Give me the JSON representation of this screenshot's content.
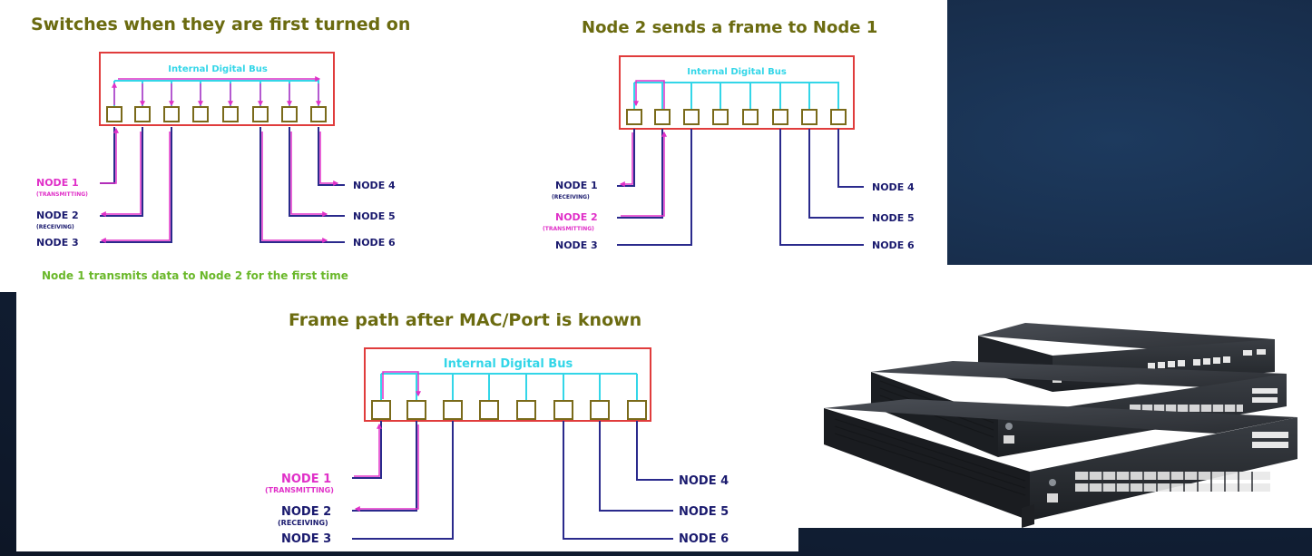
{
  "diagram1": {
    "title": "Switches when they are first turned on",
    "bus_label": "Internal Digital Bus",
    "caption": "Node 1 transmits data to Node 2 for the first time",
    "nodes": [
      {
        "name": "NODE 1",
        "status": "(TRANSMITTING)"
      },
      {
        "name": "NODE 2",
        "status": "(RECEIVING)"
      },
      {
        "name": "NODE 3",
        "status": ""
      },
      {
        "name": "NODE 4",
        "status": ""
      },
      {
        "name": "NODE 5",
        "status": ""
      },
      {
        "name": "NODE 6",
        "status": ""
      }
    ]
  },
  "diagram2": {
    "title": "Node 2 sends a frame to Node 1",
    "bus_label": "Internal Digital Bus",
    "nodes": [
      {
        "name": "NODE 1",
        "status": "(RECEIVING)"
      },
      {
        "name": "NODE 2",
        "status": "(TRANSMITTING)"
      },
      {
        "name": "NODE 3",
        "status": ""
      },
      {
        "name": "NODE 4",
        "status": ""
      },
      {
        "name": "NODE 5",
        "status": ""
      },
      {
        "name": "NODE 6",
        "status": ""
      }
    ]
  },
  "diagram3": {
    "title": "Frame path after MAC/Port is known",
    "bus_label": "Internal Digital Bus",
    "nodes": [
      {
        "name": "NODE 1",
        "status": "(TRANSMITTING)"
      },
      {
        "name": "NODE 2",
        "status": "(RECEIVING)"
      },
      {
        "name": "NODE 3",
        "status": ""
      },
      {
        "name": "NODE 4",
        "status": ""
      },
      {
        "name": "NODE 5",
        "status": ""
      },
      {
        "name": "NODE 6",
        "status": ""
      }
    ]
  },
  "colors": {
    "title": "#6b6b10",
    "bus": "#33d6e8",
    "switch_border": "#e03c3c",
    "port_border": "#7a6a1a",
    "cable": "#2a2a8c",
    "active": "#e030c8",
    "caption": "#6ab82a",
    "node_text": "#1a1a6e"
  },
  "product_image": "three-rack-mount-network-switches"
}
